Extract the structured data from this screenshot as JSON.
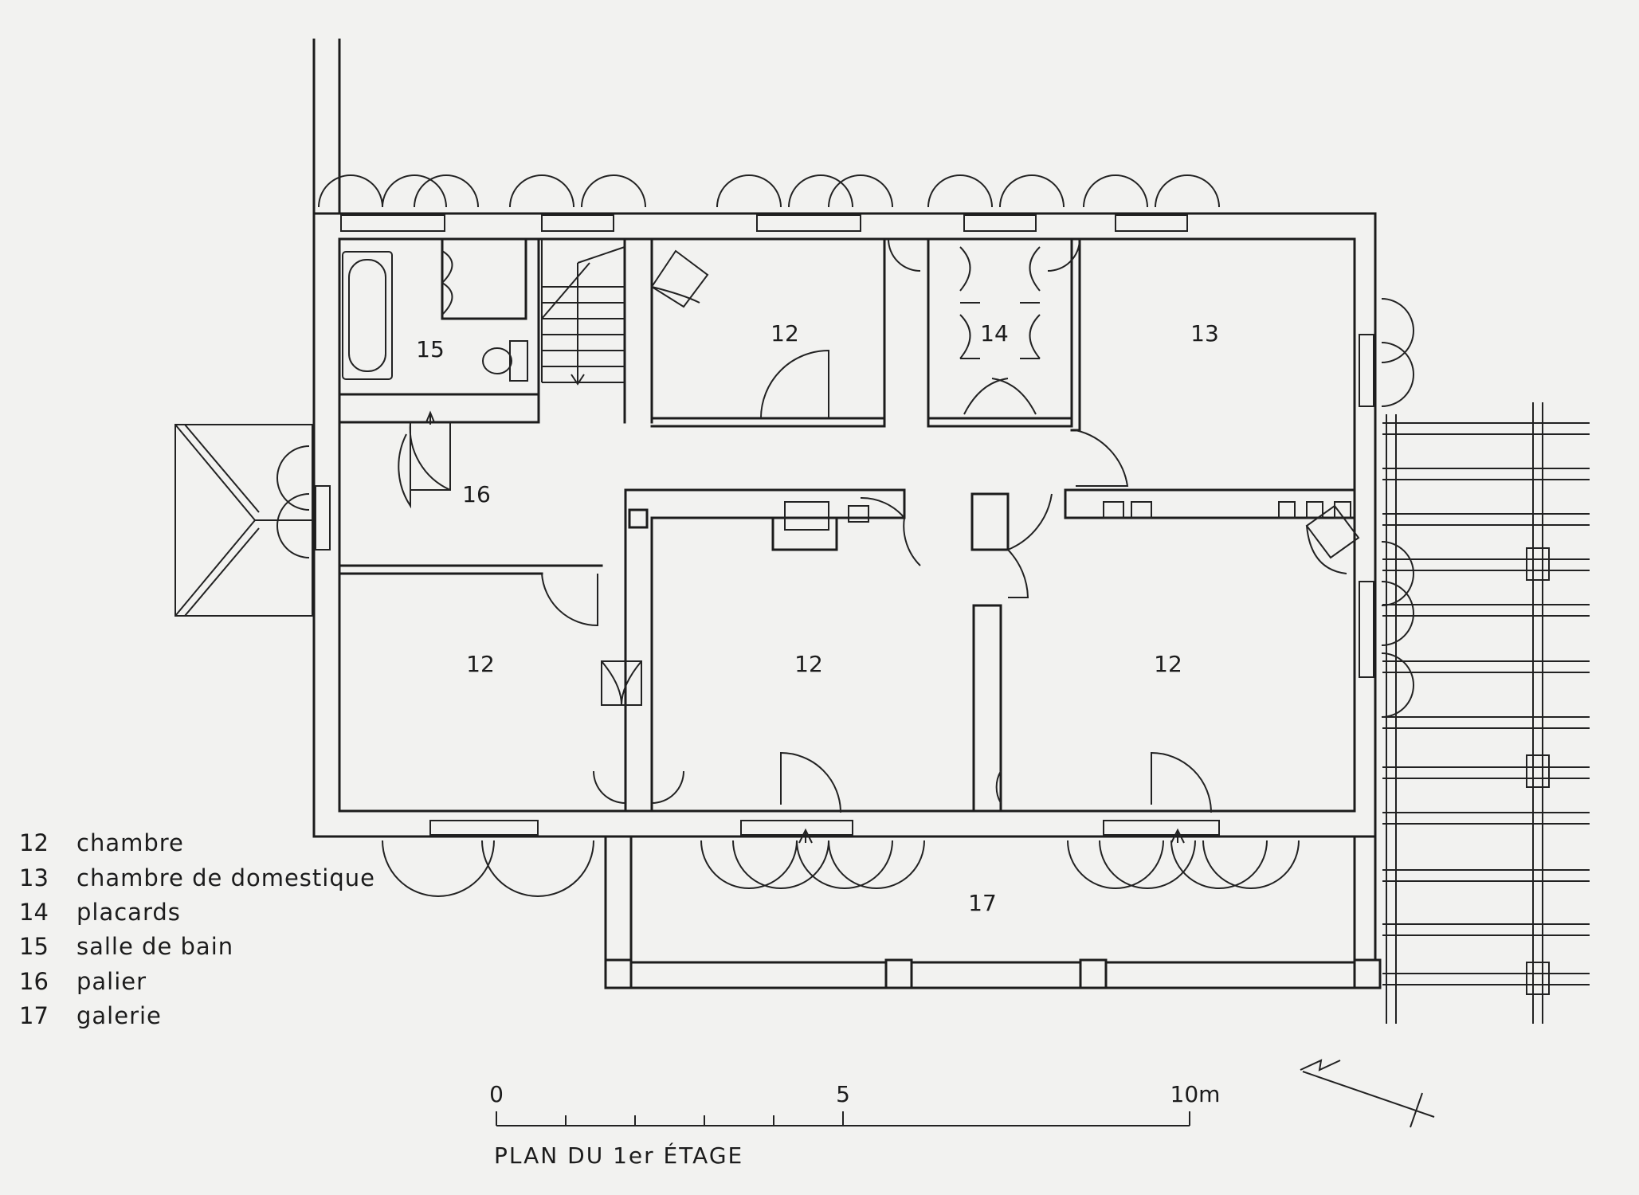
{
  "plan": {
    "title": "PLAN DU 1er ÉTAGE",
    "rooms": [
      {
        "id": "bedroom-top",
        "number": "12"
      },
      {
        "id": "closets",
        "number": "14"
      },
      {
        "id": "servant-room",
        "number": "13"
      },
      {
        "id": "bathroom",
        "number": "15"
      },
      {
        "id": "landing",
        "number": "16"
      },
      {
        "id": "bedroom-left",
        "number": "12"
      },
      {
        "id": "bedroom-middle",
        "number": "12"
      },
      {
        "id": "bedroom-right",
        "number": "12"
      },
      {
        "id": "gallery",
        "number": "17"
      }
    ]
  },
  "legend": [
    {
      "number": "12",
      "label": "chambre"
    },
    {
      "number": "13",
      "label": "chambre de domestique"
    },
    {
      "number": "14",
      "label": "placards"
    },
    {
      "number": "15",
      "label": "salle de bain"
    },
    {
      "number": "16",
      "label": "palier"
    },
    {
      "number": "17",
      "label": "galerie"
    }
  ],
  "scale_bar": {
    "labels": [
      "0",
      "5",
      "10m"
    ]
  }
}
